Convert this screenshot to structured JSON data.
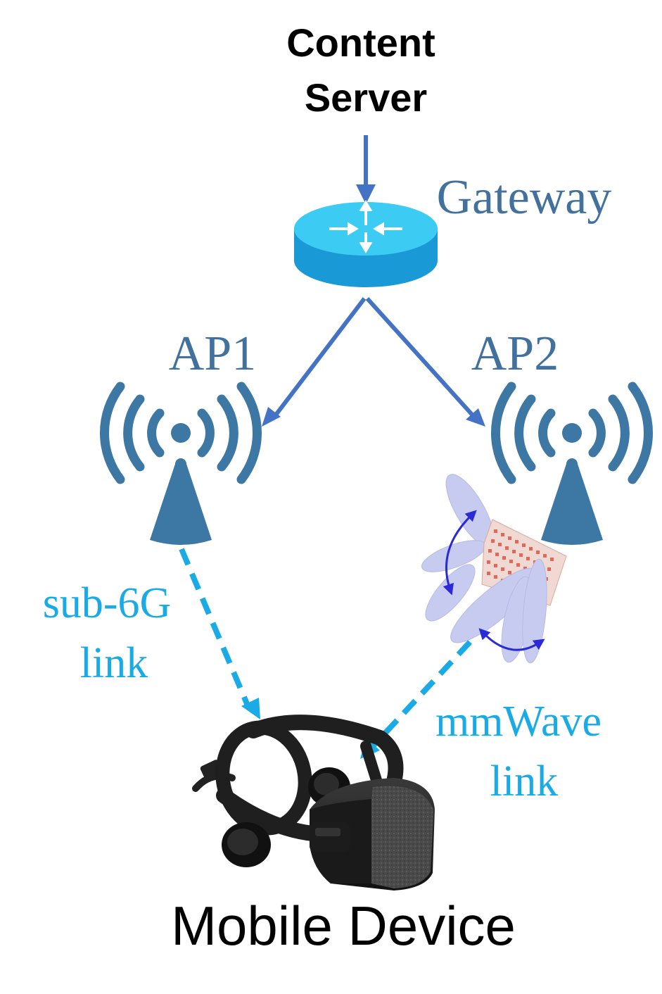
{
  "labels": {
    "content_server_line1": "Content",
    "content_server_line2": "Server",
    "gateway": "Gateway",
    "ap1": "AP1",
    "ap2": "AP2",
    "sub6g_line1": "sub-6G",
    "sub6g_line2": "link",
    "mmwave_line1": "mmWave",
    "mmwave_line2": "link",
    "mobile_device": "Mobile Device"
  },
  "icons": {
    "gateway": "router-icon",
    "ap1": "wifi-access-point-icon",
    "ap2": "wifi-access-point-icon",
    "beamforming": "phased-array-beam-icon",
    "device": "vr-headset-icon"
  },
  "colors": {
    "label_blue": "#41719c",
    "arrow_blue": "#4472c4",
    "link_cyan": "#1aabe6",
    "router_top": "#3ccbf2",
    "router_side": "#199ad6",
    "ap_blue": "#3d77a3",
    "beam_fill": "#c8cbf0",
    "array_red": "#e06a5a",
    "beam_arrow": "#2a2ad8"
  }
}
